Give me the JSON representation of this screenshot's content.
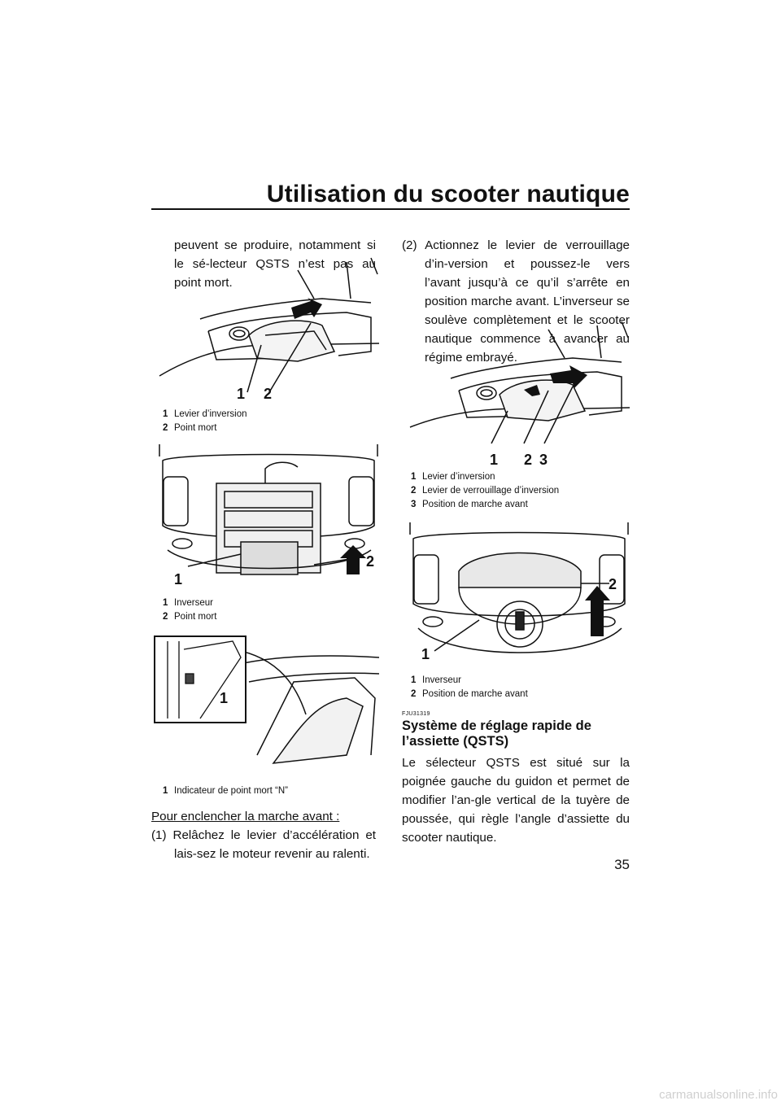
{
  "header": {
    "title": "Utilisation du scooter nautique"
  },
  "page_number": "35",
  "left_column": {
    "intro_text": "peuvent se produire, notamment si le sé-lecteur QSTS n’est pas au point mort.",
    "figure1": {
      "callouts": [
        "1",
        "2"
      ],
      "captions": [
        {
          "num": "1",
          "text": "Levier d’inversion"
        },
        {
          "num": "2",
          "text": "Point mort"
        }
      ]
    },
    "figure2": {
      "callouts": [
        "1",
        "2"
      ],
      "captions": [
        {
          "num": "1",
          "text": "Inverseur"
        },
        {
          "num": "2",
          "text": "Point mort"
        }
      ]
    },
    "figure3": {
      "callouts": [
        "1"
      ],
      "captions": [
        {
          "num": "1",
          "text": "Indicateur de point mort “N”"
        }
      ]
    },
    "subheading": "Pour enclencher la marche avant :",
    "step1": "(1)  Relâchez le levier d’accélération et lais-sez le moteur revenir au ralenti."
  },
  "right_column": {
    "step2": "(2)  Actionnez le levier de verrouillage d’in-version et poussez-le vers l’avant jusqu’à ce qu’il s’arrête en position marche avant. L’inverseur se soulève complètement et le scooter nautique commence à avancer au régime embrayé.",
    "figure4": {
      "callouts": [
        "1",
        "2",
        "3"
      ],
      "captions": [
        {
          "num": "1",
          "text": "Levier d’inversion"
        },
        {
          "num": "2",
          "text": "Levier de verrouillage d’inversion"
        },
        {
          "num": "3",
          "text": "Position de marche avant"
        }
      ]
    },
    "figure5": {
      "callouts": [
        "1",
        "2"
      ],
      "captions": [
        {
          "num": "1",
          "text": "Inverseur"
        },
        {
          "num": "2",
          "text": "Position de marche avant"
        }
      ]
    },
    "section_code": "FJU31319",
    "section_title": "Système de réglage rapide de l’assiette (QSTS)",
    "section_body": "Le sélecteur QSTS est situé sur la poignée gauche du guidon et permet de modifier l’an-gle vertical de la tuyère de poussée, qui règle l’angle d’assiette du scooter nautique."
  },
  "footer": {
    "watermark": "carmanualsonline.info"
  }
}
